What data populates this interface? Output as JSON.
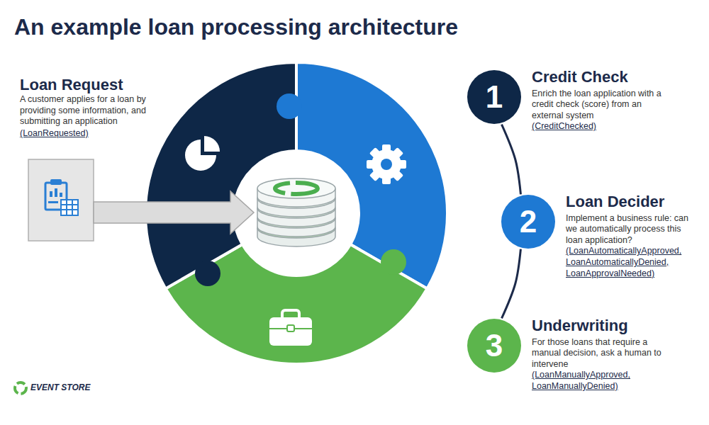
{
  "diagram": {
    "title": "An example loan processing architecture",
    "nodes": [
      {
        "text": [
          "1",
          "Credit Check",
          "Enrich the loan application with a credit check (score) from an external system",
          "(CreditChecked)"
        ]
      },
      {
        "text": [
          "2",
          "Loan Decider",
          "Implement a business rule: can we automatically process this loan application?",
          "(LoanAutomaticallyApproved, LoanAutomaticallyDenied, LoanApprovalNeeded)"
        ]
      },
      {
        "text": [
          "3",
          "Underwriting",
          "For those loans that require a manual decision, ask a human to intervene",
          "(LoanManuallyApproved, LoanManuallyDenied)"
        ]
      }
    ],
    "edges": [
      {
        "from": 0,
        "to": 1,
        "arrow": "none"
      },
      {
        "from": 1,
        "to": 2,
        "arrow": "none"
      }
    ],
    "labels": [
      "Loan Request",
      "A customer applies for a loan by providing some information, and submitting an application",
      "(LoanRequested)",
      "EVENT STORE"
    ]
  }
}
